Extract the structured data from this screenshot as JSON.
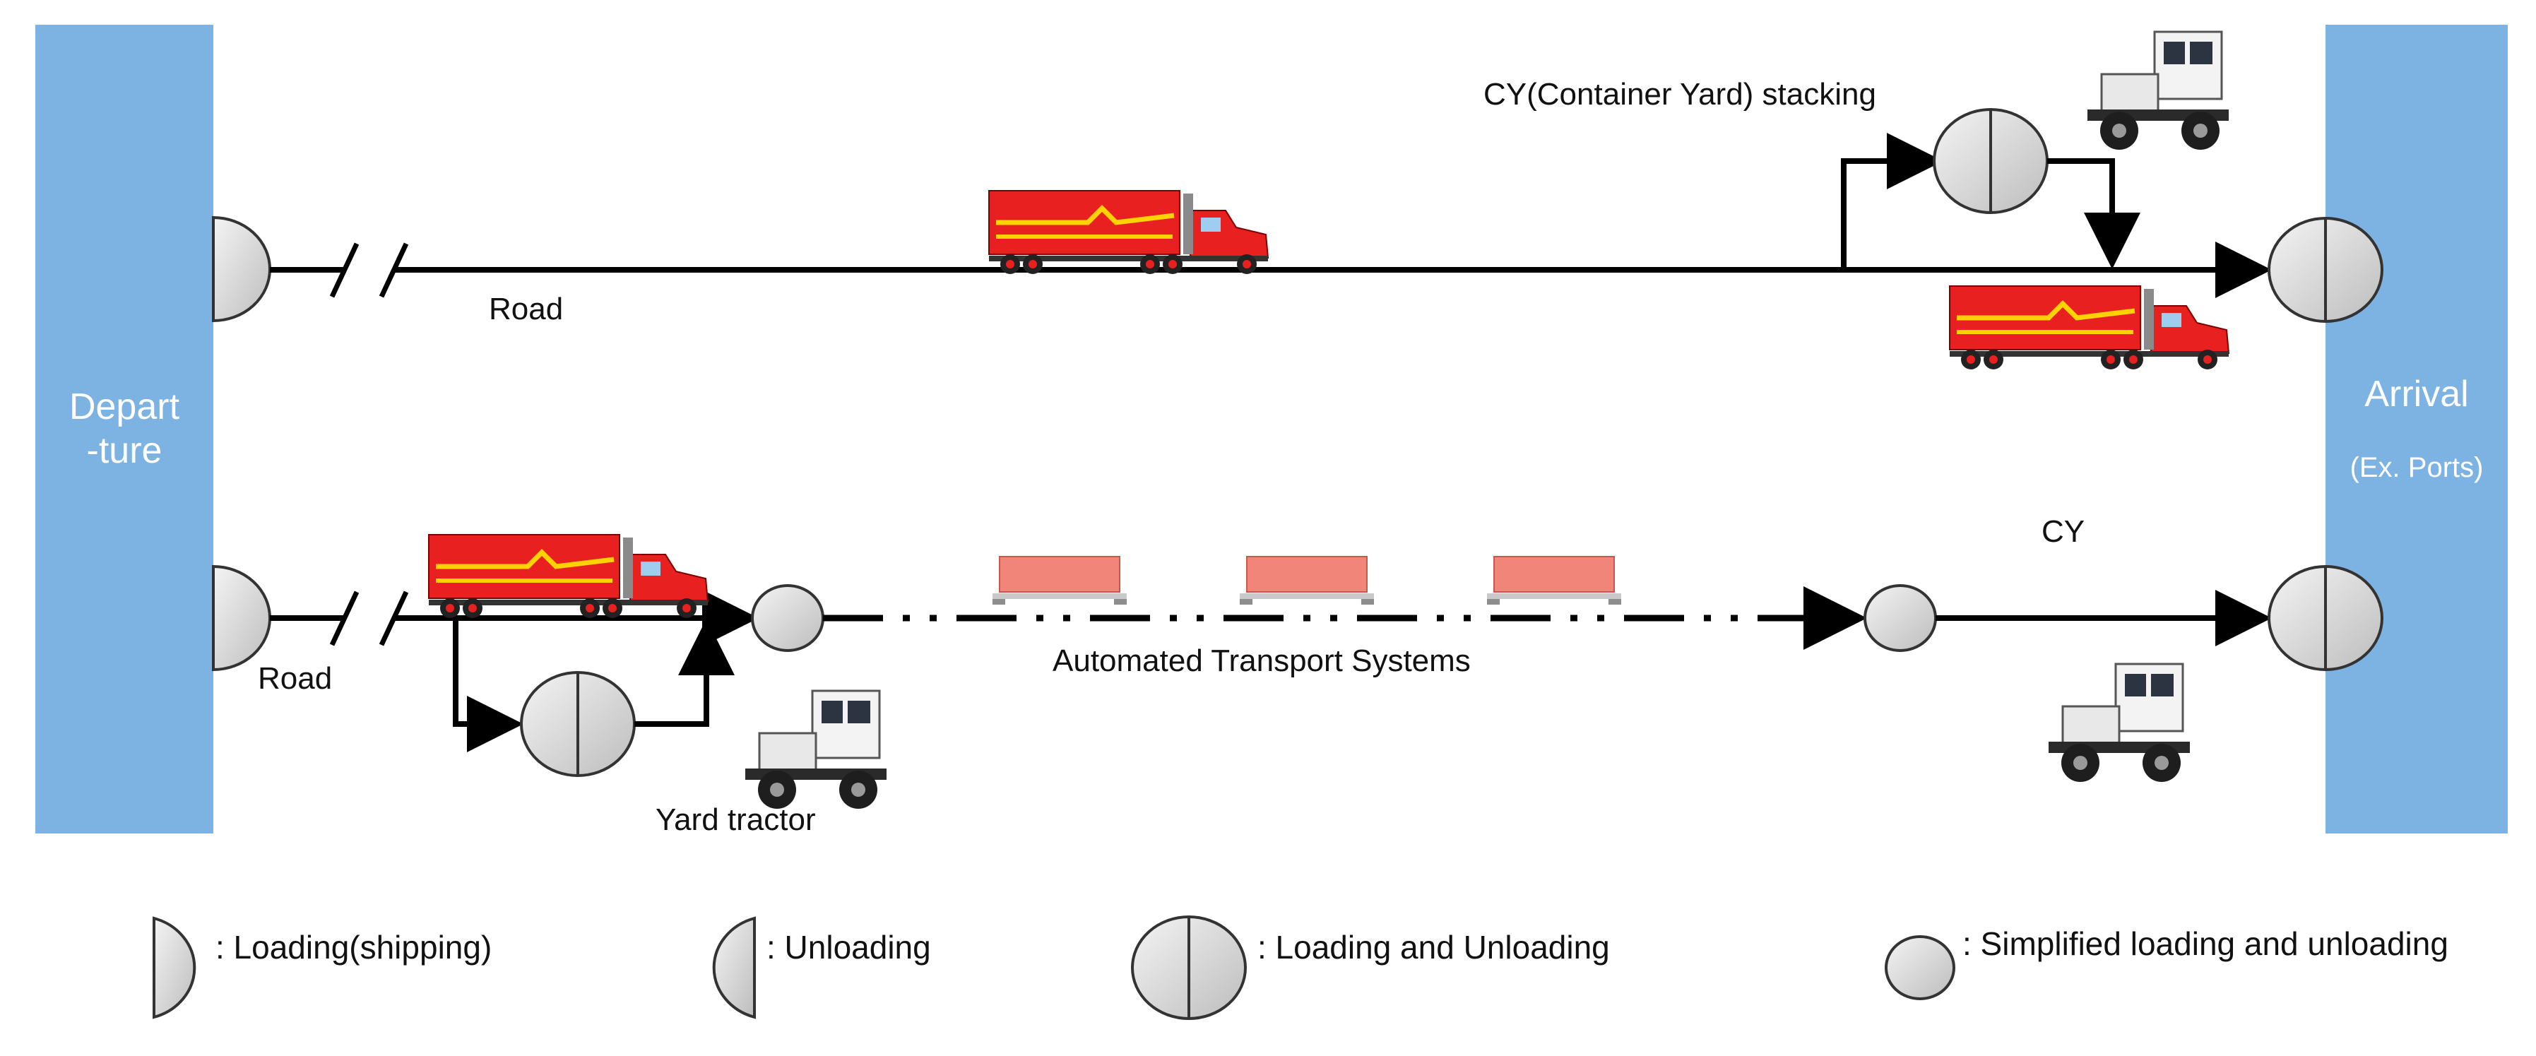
{
  "colors": {
    "side_panel": "#7db3e3",
    "line": "#000000",
    "truck_red": "#e8201f",
    "truck_stripe": "#ffd200",
    "container": "#f2857a",
    "node_fill": "#dcdcdc"
  },
  "departure": {
    "line1": "Depart",
    "line2": "-ture"
  },
  "arrival": {
    "title": "Arrival",
    "subtitle": "(Ex. Ports)"
  },
  "labels": {
    "road_top": "Road",
    "road_bottom": "Road",
    "cy_stacking": "CY(Container Yard) stacking",
    "cy": "CY",
    "automated": "Automated Transport Systems",
    "yard_tractor": "Yard tractor"
  },
  "icons": [
    "truck-icon",
    "yard-tractor-icon",
    "container-icon",
    "half-circle-icon",
    "split-circle-icon",
    "small-circle-icon",
    "break-mark-icon",
    "arrow-head-icon"
  ],
  "legend": [
    {
      "symbol": "loading",
      "label": ": Loading(shipping)"
    },
    {
      "symbol": "unloading",
      "label": ": Unloading"
    },
    {
      "symbol": "loading-unloading",
      "label": ": Loading and Unloading"
    },
    {
      "symbol": "simplified",
      "label": ": Simplified loading and unloading"
    }
  ]
}
